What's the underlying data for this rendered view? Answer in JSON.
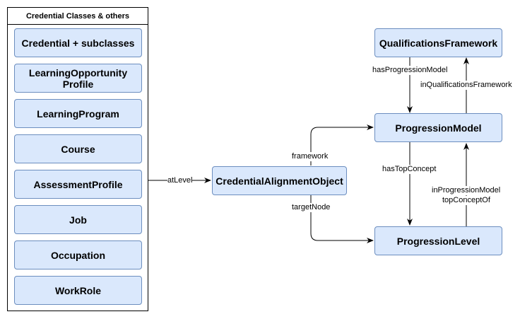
{
  "container": {
    "title": "Credential Classes & others"
  },
  "classes": [
    "Credential + subclasses",
    "LearningOpportunity Profile",
    "LearningProgram",
    "Course",
    "AssessmentProfile",
    "Job",
    "Occupation",
    "WorkRole"
  ],
  "nodes": {
    "cao": "CredentialAlignmentObject",
    "qf": "QualificationsFramework",
    "pm": "ProgressionModel",
    "pl": "ProgressionLevel"
  },
  "edges": {
    "atLevel": "atLevel",
    "framework": "framework",
    "targetNode": "targetNode",
    "hasProgressionModel": "hasProgressionModel",
    "inQualificationsFramework": "inQualificationsFramework",
    "hasTopConcept": "hasTopConcept",
    "inProgressionModel": "inProgressionModel",
    "topConceptOf": "topConceptOf"
  },
  "colors": {
    "node_fill": "#dae8fc",
    "node_stroke": "#6c8ebf",
    "edge": "#000000"
  }
}
